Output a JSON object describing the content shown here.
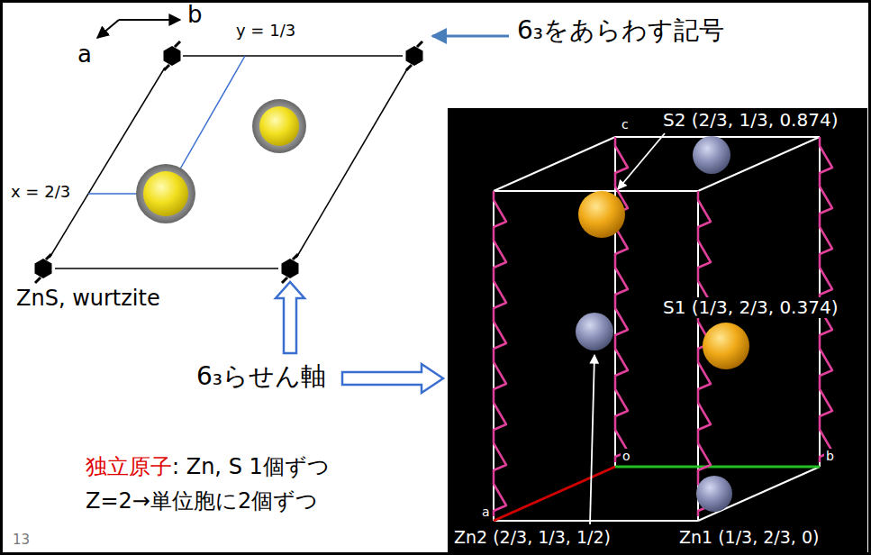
{
  "diagram": {
    "labels": [
      "b",
      "a",
      "y = 1/3",
      "6₃をあらわす記号",
      "x = 2/3",
      "ZnS, wurtzite",
      "6₃らせん軸",
      "独立原子",
      ": Zn, S 1個ずつ",
      "Z=2→単位胞に2個ずつ",
      "13",
      "S2 (2/3, 1/3, 0.874)",
      "c",
      "S1 (1/3, 2/3, 0.374)",
      "o",
      "b",
      "a",
      "Zn2 (2/3, 1/3, 1/2)",
      "Zn1 (1/3, 2/3, 0)"
    ]
  }
}
